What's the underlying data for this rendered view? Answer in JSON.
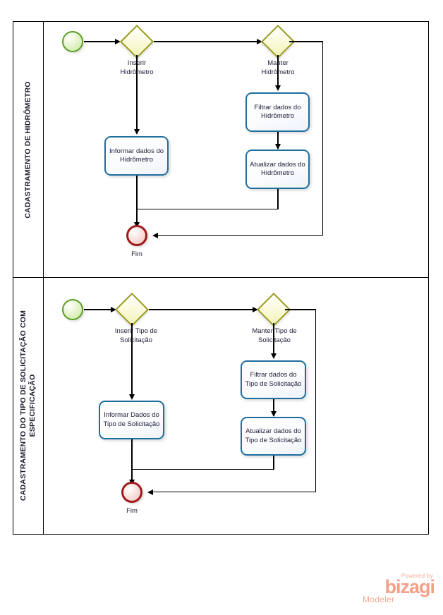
{
  "diagram": {
    "type": "bpmn-pool",
    "lanes": [
      {
        "id": "lane-hidrometro",
        "label": "CADASTRAMENTO DE HIDRÔMETRO",
        "elements": {
          "start_event": {
            "name": "start-event",
            "label": ""
          },
          "gateway_inserir": {
            "label": "Inserir\nHidrômetro"
          },
          "gateway_manter": {
            "label": "Manter\nHidrômetro"
          },
          "task_informar": {
            "label": "Informar dados\ndo Hidrômetro"
          },
          "task_filtrar": {
            "label": "Filtrar dados do\nHidrômetro"
          },
          "task_atualizar": {
            "label": "Atualizar dados\ndo Hidrômetro"
          },
          "end_event": {
            "label": "Fim"
          }
        }
      },
      {
        "id": "lane-tipo-solicitacao",
        "label_line1": "CADASTRAMENTO DO TIPO DE SOLICITAÇÃO COM",
        "label_line2": "ESPECIFICAÇÃO",
        "elements": {
          "start_event": {
            "name": "start-event",
            "label": ""
          },
          "gateway_inserir": {
            "label": "Inserir Tipo de\nSolicitação"
          },
          "gateway_manter": {
            "label": "Manter Tipo de\nSolicitação"
          },
          "task_informar": {
            "label": "Informar Dados\ndo Tipo de\nSolicitação"
          },
          "task_filtrar": {
            "label": "Filtrar dados do\nTipo de\nSolicitação"
          },
          "task_atualizar": {
            "label": "Atualizar dados\ndo Tipo de\nSolicitação"
          },
          "end_event": {
            "label": "Fim"
          }
        }
      }
    ]
  },
  "branding": {
    "powered_by": "Powered by",
    "product": "bizagi",
    "edition": "Modeler"
  },
  "colors": {
    "task_border": "#1f6f9e",
    "gateway_border": "#9a9a1f",
    "gateway_fill": "#f2f2b8",
    "start_border": "#5a9e26",
    "end_border": "#9e1b1b",
    "connector": "#000000",
    "logo": "#f5a089",
    "frame": "#000000"
  }
}
